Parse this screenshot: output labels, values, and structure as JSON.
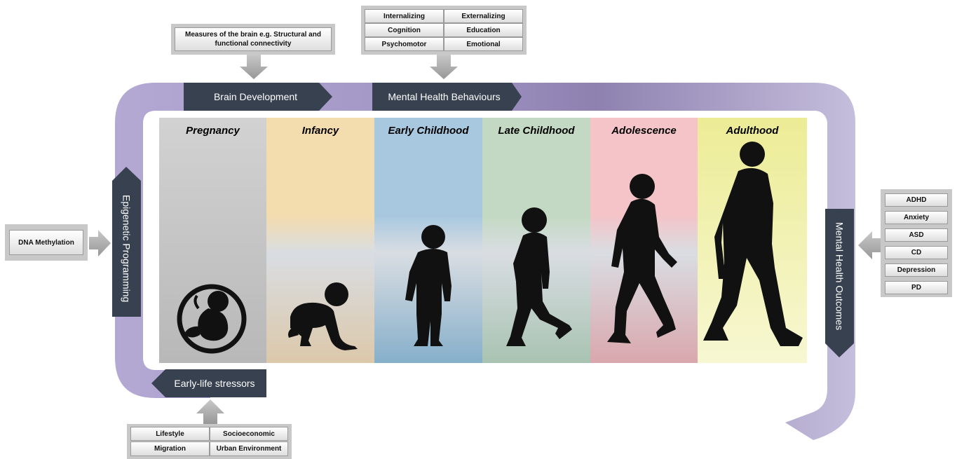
{
  "colors": {
    "loop": "#a79bc7",
    "label_bg": "#374150",
    "box_grey": "#c8c8c8",
    "arrow_grey": "#a8a8a8"
  },
  "loop_labels": {
    "brain_development": "Brain Development",
    "mental_health_behaviours": "Mental Health Behaviours",
    "epigenetic_programming": "Epigenetic Programming",
    "mental_health_outcomes": "Mental Health Outcomes",
    "early_life_stressors": "Early-life stressors"
  },
  "brain_measures": {
    "text": "Measures of the brain e.g. Structural and functional connectivity"
  },
  "behaviours": [
    "Internalizing",
    "Externalizing",
    "Cognition",
    "Education",
    "Psychomotor",
    "Emotional"
  ],
  "epigenetics": {
    "item": "DNA Methylation"
  },
  "outcomes": [
    "ADHD",
    "Anxiety",
    "ASD",
    "CD",
    "Depression",
    "PD"
  ],
  "stressors": [
    "Lifestyle",
    "Socioeconomic",
    "Migration",
    "Urban Environment"
  ],
  "stages": [
    {
      "title": "Pregnancy",
      "icon": "fetus-icon",
      "color_top": "#d2d2d2",
      "color_bottom": "#b8b8b8"
    },
    {
      "title": "Infancy",
      "icon": "crawling-baby-icon",
      "color_top": "#f3dcae",
      "color_bottom": "#dcc8aa"
    },
    {
      "title": "Early Childhood",
      "icon": "toddler-icon",
      "color_top": "#a8c8df",
      "color_bottom": "#86afca"
    },
    {
      "title": "Late Childhood",
      "icon": "walking-child-icon",
      "color_top": "#c3d9c3",
      "color_bottom": "#a8c3b2"
    },
    {
      "title": "Adolescence",
      "icon": "walking-teen-icon",
      "color_top": "#f4c4c8",
      "color_bottom": "#d9a7ad"
    },
    {
      "title": "Adulthood",
      "icon": "walking-adult-icon",
      "color_top": "#ecec96",
      "color_bottom": "#f7f7d2"
    }
  ]
}
